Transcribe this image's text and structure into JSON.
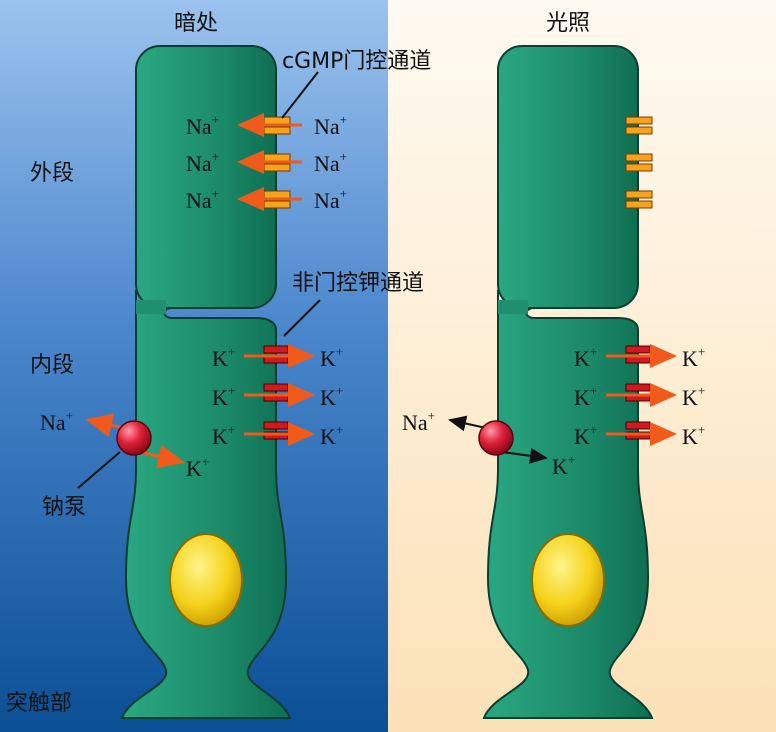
{
  "panels": {
    "dark": {
      "title": "暗处",
      "bg_top": "#9cc3ee",
      "bg_bottom": "#0b4f94"
    },
    "light": {
      "title": "光照",
      "bg_top": "#fff8ee",
      "bg_bottom": "#fbe3bb"
    }
  },
  "regions": {
    "outer_segment": "外段",
    "inner_segment": "内段",
    "synapse": "突触部"
  },
  "callouts": {
    "cgmp_channel": "cGMP门控通道",
    "k_channel": "非门控钾通道",
    "pump": "钠泵"
  },
  "ions": {
    "na": "Na",
    "k": "K",
    "charge": "+"
  },
  "colors": {
    "cell_fill": "#1f8f6f",
    "cell_stroke": "#0c3d30",
    "na_channel": "#f7a31b",
    "k_channel": "#d01a20",
    "arrow": "#f05a1a",
    "pump": "#e0203a",
    "nucleus": "#f5d21a"
  }
}
